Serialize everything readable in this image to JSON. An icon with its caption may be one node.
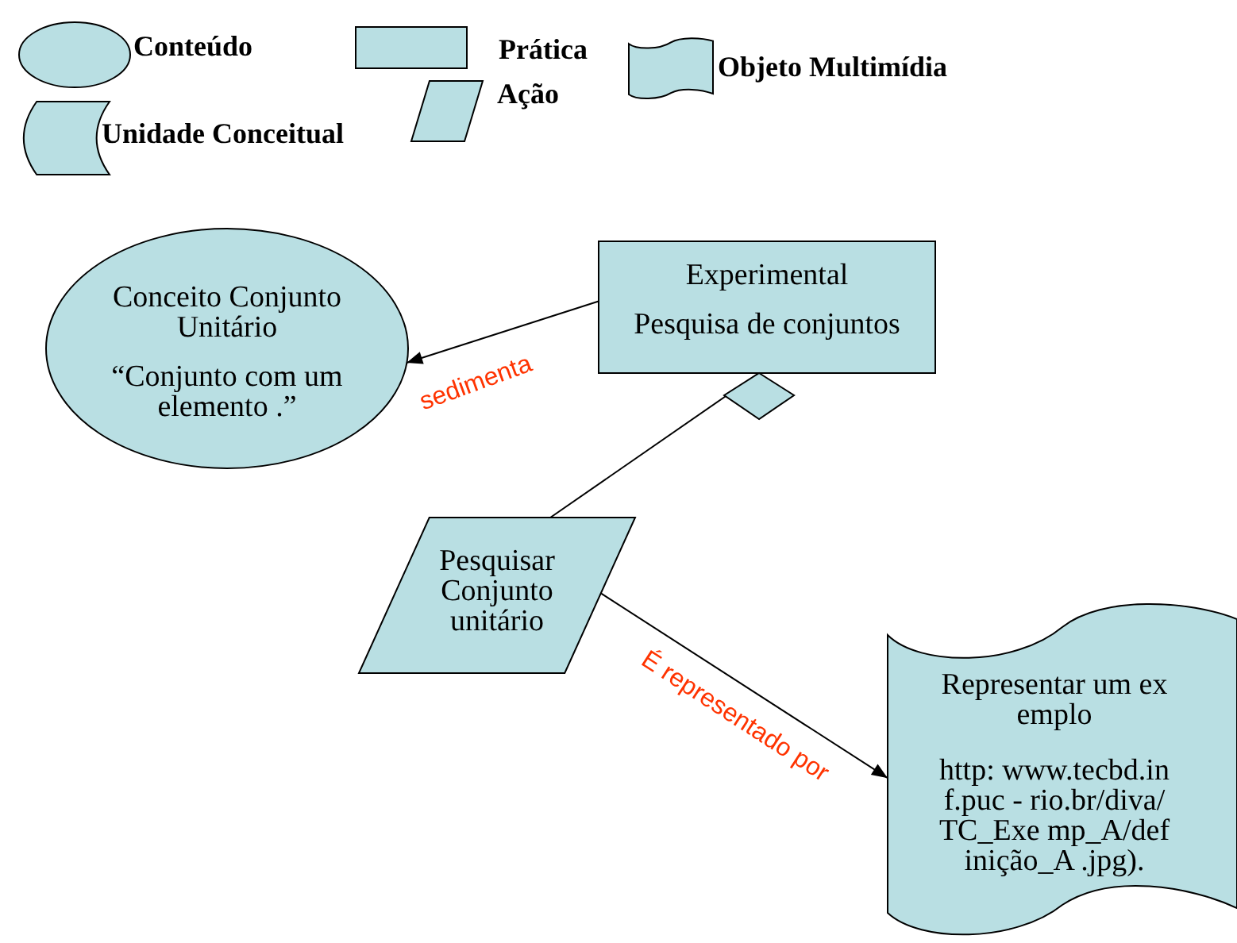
{
  "diagram": {
    "nodes": [
      {
        "text": [
          "Conceito Conjunto Unitário",
          "“Conjunto com um elemento .”"
        ]
      },
      {
        "text": [
          "Experimental",
          "Pesquisa de conjuntos"
        ]
      },
      {
        "text": [
          "Pesquisar Conjunto unitário"
        ]
      },
      {
        "text": [
          "Representar um exemplo",
          "http: www.tecbd.inf.puc - rio.br/diva/TC_Exe mp_A/definição_A .jpg)."
        ]
      }
    ],
    "edges": [
      {
        "from": 1,
        "to": 0,
        "arrow": "to",
        "label": "sedimenta"
      },
      {
        "from": 1,
        "to": 2,
        "arrow": "other"
      },
      {
        "from": 2,
        "to": 3,
        "arrow": "to",
        "label": "É representado por"
      }
    ],
    "legend": [
      {
        "text": "Conteúdo"
      },
      {
        "text": "Prática"
      },
      {
        "text": "Objeto Multimídia"
      },
      {
        "text": "Ação"
      },
      {
        "text": "Unidade Conceitual"
      }
    ]
  }
}
